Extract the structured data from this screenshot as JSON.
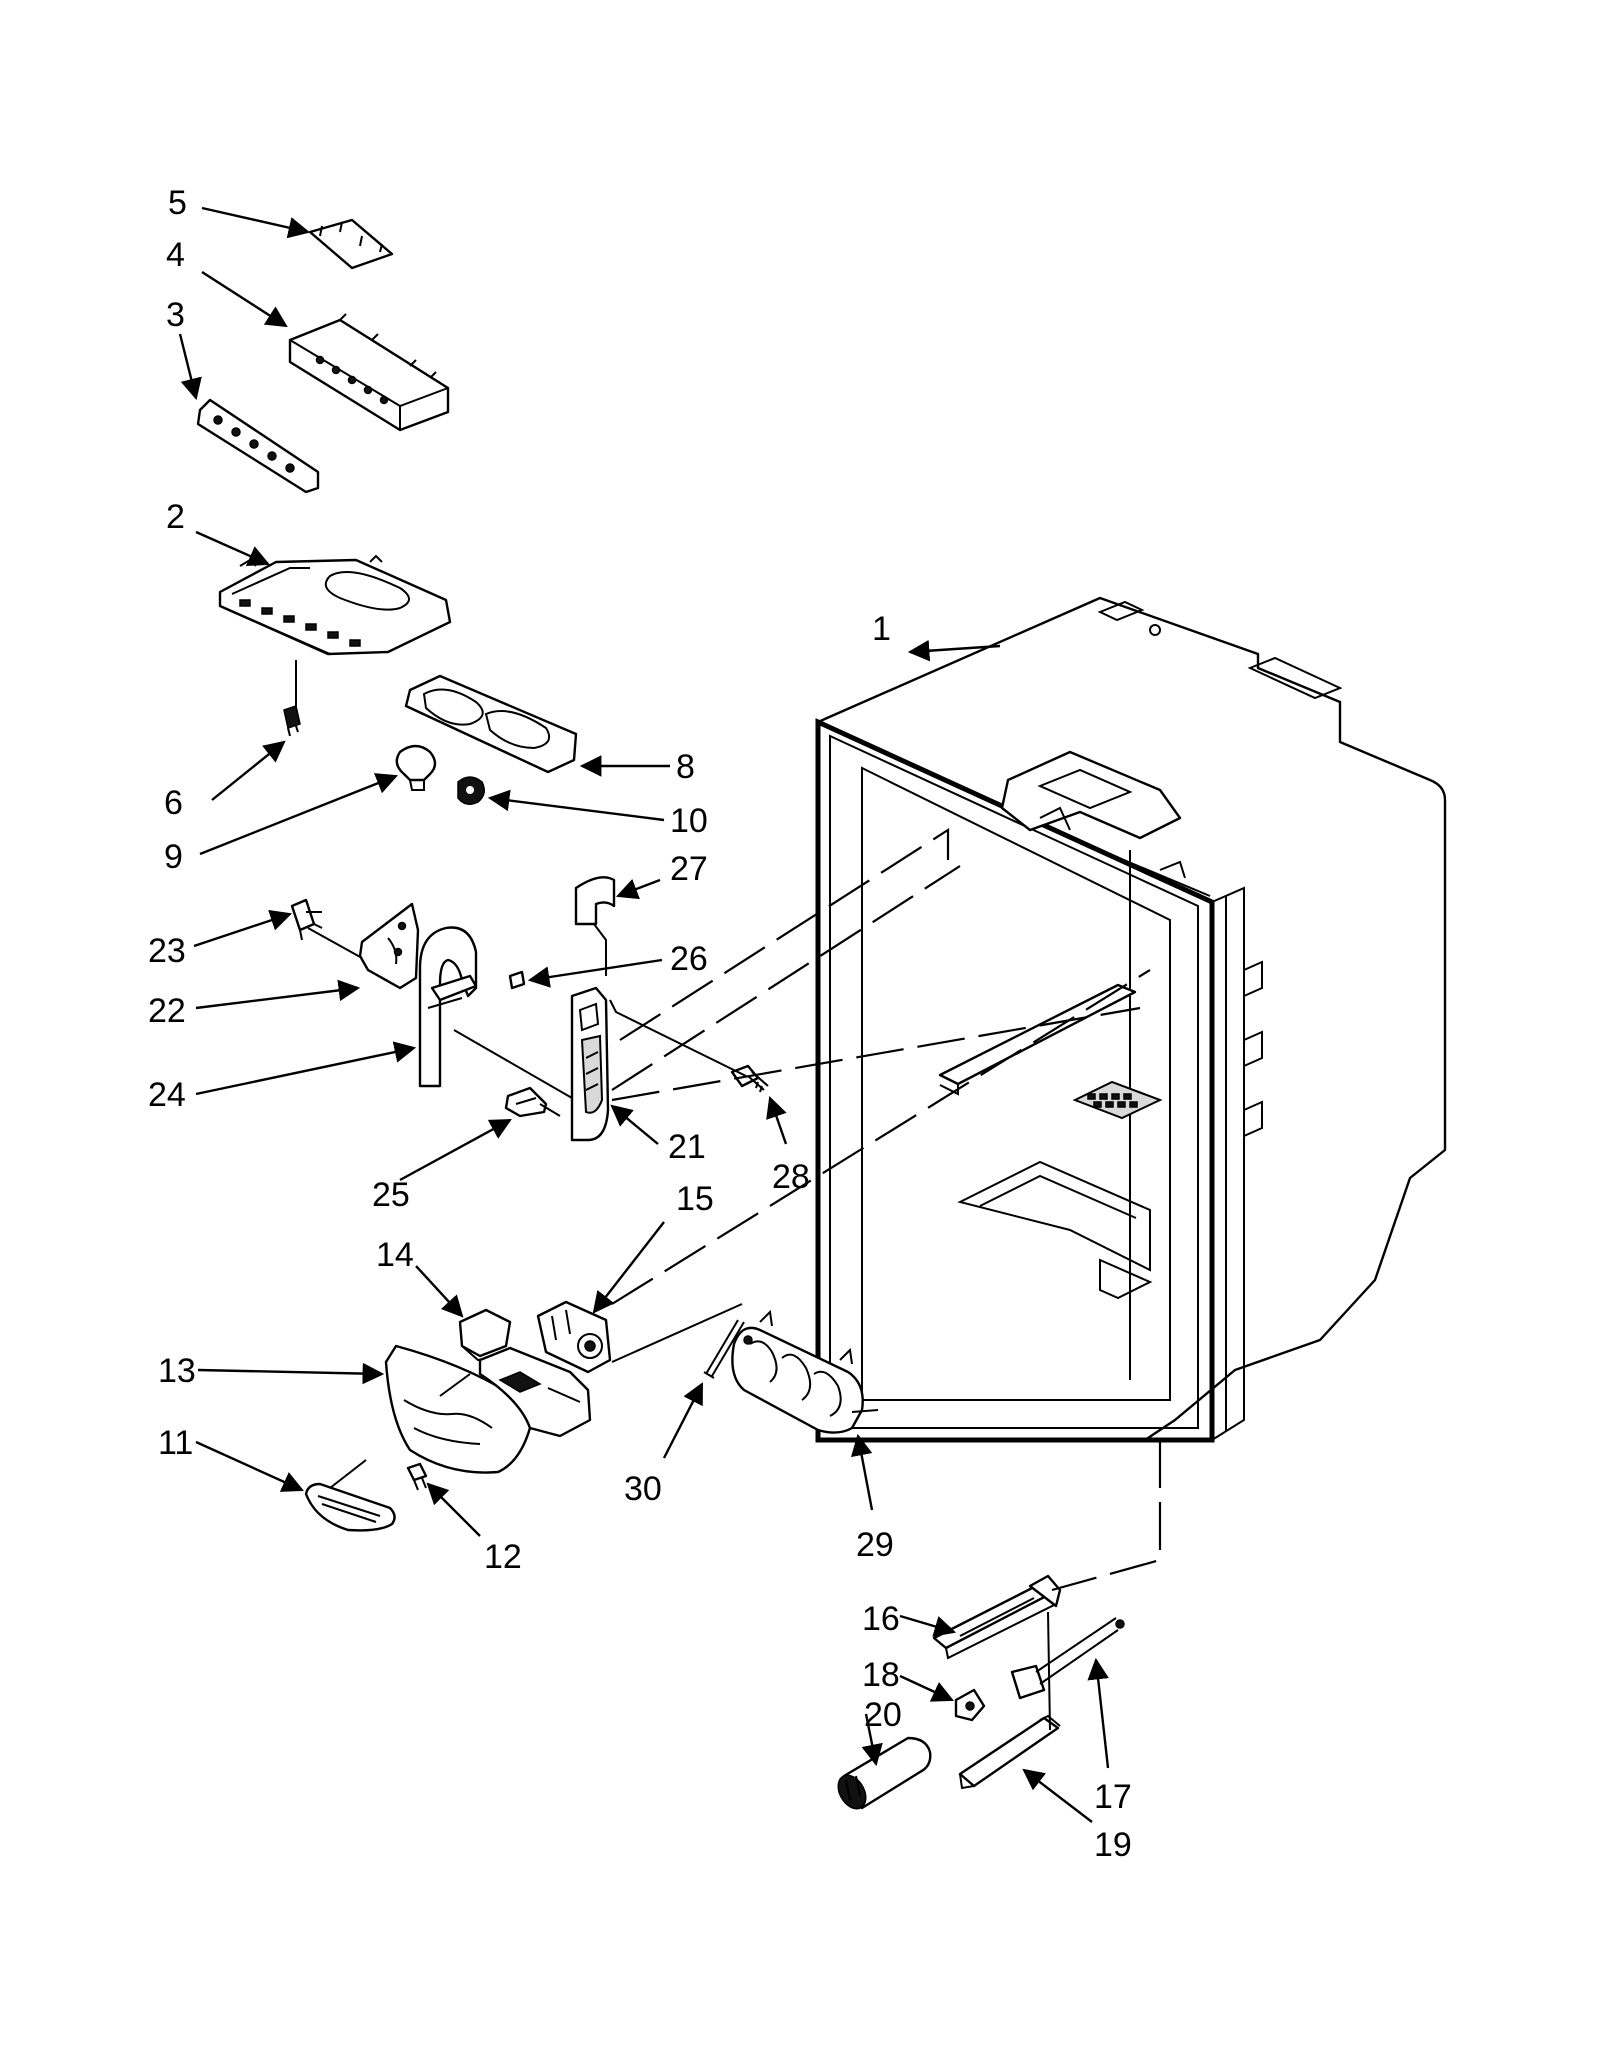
{
  "part_numbers": [
    "1",
    "2",
    "3",
    "4",
    "5",
    "6",
    "8",
    "9",
    "10",
    "11",
    "12",
    "13",
    "14",
    "15",
    "16",
    "17",
    "18",
    "19",
    "20",
    "21",
    "22",
    "23",
    "24",
    "25",
    "26",
    "27",
    "28",
    "29",
    "30"
  ]
}
